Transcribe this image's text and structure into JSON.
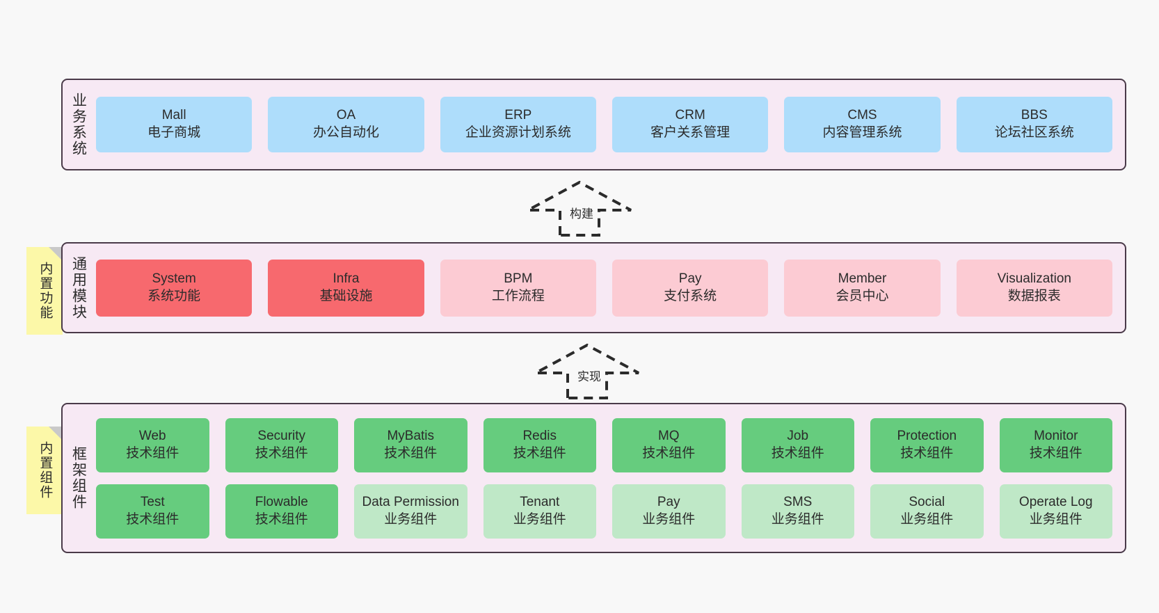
{
  "diagram": {
    "title": "",
    "colors": {
      "canvas_bg": "#f8f8f8",
      "layer_bg": "#f7e9f4",
      "layer_border": "#4a3a49",
      "business": "#aeddfb",
      "core_module": "#f7696e",
      "module_pink": "#fccbd3",
      "tech_component": "#66cc7e",
      "biz_component": "#bfe8c7",
      "note_yellow": "#fcf8a8",
      "note_fold": "#c9c9c9"
    }
  },
  "layers": {
    "business": {
      "title": "业务系统",
      "items": [
        {
          "name": "Mall",
          "desc": "电子商城"
        },
        {
          "name": "OA",
          "desc": "办公自动化"
        },
        {
          "name": "ERP",
          "desc": "企业资源计划系统"
        },
        {
          "name": "CRM",
          "desc": "客户关系管理"
        },
        {
          "name": "CMS",
          "desc": "内容管理系统"
        },
        {
          "name": "BBS",
          "desc": "论坛社区系统"
        }
      ]
    },
    "common": {
      "title": "通用模块",
      "note": "内置功能",
      "items": [
        {
          "name": "System",
          "desc": "系统功能",
          "variant": "c-red"
        },
        {
          "name": "Infra",
          "desc": "基础设施",
          "variant": "c-red"
        },
        {
          "name": "BPM",
          "desc": "工作流程",
          "variant": "c-pink"
        },
        {
          "name": "Pay",
          "desc": "支付系统",
          "variant": "c-pink"
        },
        {
          "name": "Member",
          "desc": "会员中心",
          "variant": "c-pink"
        },
        {
          "name": "Visualization",
          "desc": "数据报表",
          "variant": "c-pink"
        }
      ]
    },
    "framework": {
      "title": "框架组件",
      "note": "内置组件",
      "row1": [
        {
          "name": "Web",
          "desc": "技术组件",
          "variant": "c-green"
        },
        {
          "name": "Security",
          "desc": "技术组件",
          "variant": "c-green"
        },
        {
          "name": "MyBatis",
          "desc": "技术组件",
          "variant": "c-green"
        },
        {
          "name": "Redis",
          "desc": "技术组件",
          "variant": "c-green"
        },
        {
          "name": "MQ",
          "desc": "技术组件",
          "variant": "c-green"
        },
        {
          "name": "Job",
          "desc": "技术组件",
          "variant": "c-green"
        },
        {
          "name": "Protection",
          "desc": "技术组件",
          "variant": "c-green"
        },
        {
          "name": "Monitor",
          "desc": "技术组件",
          "variant": "c-green"
        }
      ],
      "row2": [
        {
          "name": "Test",
          "desc": "技术组件",
          "variant": "c-green"
        },
        {
          "name": "Flowable",
          "desc": "技术组件",
          "variant": "c-green"
        },
        {
          "name": "Data Permission",
          "desc": "业务组件",
          "variant": "c-lightgreen"
        },
        {
          "name": "Tenant",
          "desc": "业务组件",
          "variant": "c-lightgreen"
        },
        {
          "name": "Pay",
          "desc": "业务组件",
          "variant": "c-lightgreen"
        },
        {
          "name": "SMS",
          "desc": "业务组件",
          "variant": "c-lightgreen"
        },
        {
          "name": "Social",
          "desc": "业务组件",
          "variant": "c-lightgreen"
        },
        {
          "name": "Operate Log",
          "desc": "业务组件",
          "variant": "c-lightgreen"
        }
      ]
    }
  },
  "arrows": {
    "build": {
      "label": "构建",
      "style": "dashed-hollow-up"
    },
    "implement": {
      "label": "实现",
      "style": "dashed-hollow-up"
    }
  }
}
